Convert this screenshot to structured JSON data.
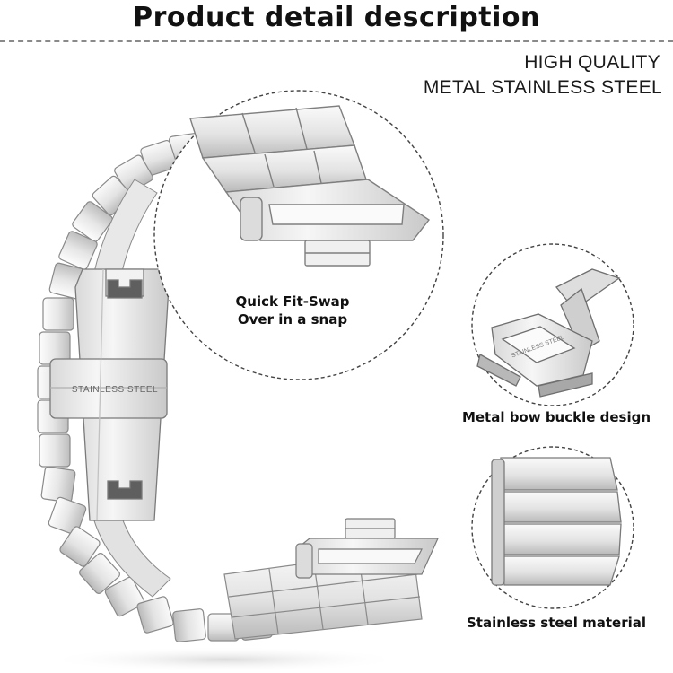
{
  "header": {
    "title": "Product detail description"
  },
  "quality": {
    "line1": "HIGH QUALITY",
    "line2": "METAL STAINLESS STEEL"
  },
  "band": {
    "clasp_engraving": "STAINLESS STEEL",
    "buckle_engraving": "STAINLESS STEEL"
  },
  "callouts": {
    "quick_fit_line1": "Quick Fit-Swap",
    "quick_fit_line2": "Over in a snap",
    "buckle": "Metal bow buckle design",
    "material": "Stainless steel material"
  },
  "colors": {
    "metal_light": "#f4f4f4",
    "metal_mid": "#d2d2d2",
    "metal_dark": "#9a9a9a",
    "outline": "#7a7a7a",
    "dashed_circle": "#444444"
  }
}
